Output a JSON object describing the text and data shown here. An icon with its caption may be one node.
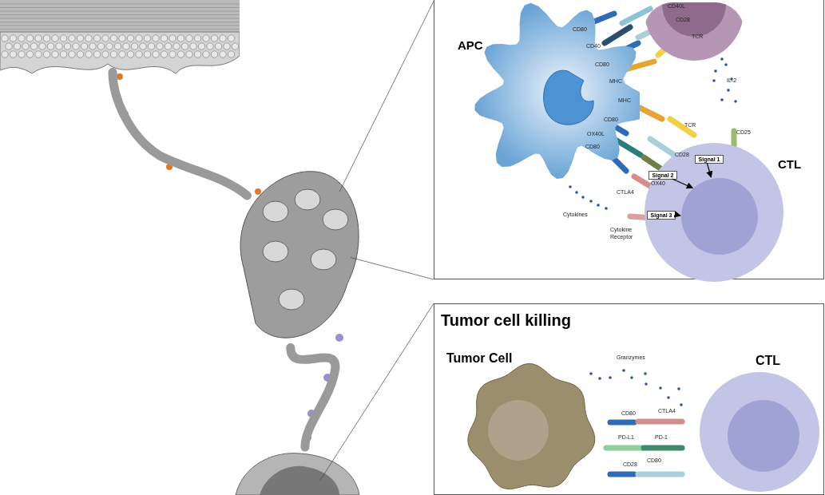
{
  "diagram": {
    "nodes": [
      {
        "text": [],
        "shape": "box"
      },
      {
        "text": [
          "APC"
        ],
        "in": 0
      },
      {
        "text": [],
        "shape": "circle",
        "in": 0
      },
      {
        "text": [
          "CTL"
        ],
        "in": 0
      },
      {
        "text": [
          "Signal 1"
        ],
        "in": 3
      },
      {
        "text": [
          "Signal 2"
        ],
        "in": 3
      },
      {
        "text": [
          "Signal 3"
        ],
        "in": 3
      },
      {
        "text": [],
        "shape": "picture"
      },
      {
        "text": [],
        "shape": "picture"
      },
      {
        "text": [],
        "shape": "picture"
      },
      {
        "text": [
          "Tumor cell killing"
        ]
      },
      {
        "text": [
          "Tumor Cell"
        ],
        "in": 10
      },
      {
        "text": [
          "CTL"
        ],
        "in": 10
      },
      {
        "text": [],
        "shape": "circle",
        "in": 3
      }
    ],
    "edges": [
      {
        "from": 4,
        "to": 13,
        "arrow": "to"
      },
      {
        "from": 5,
        "to": 13,
        "arrow": "to"
      },
      {
        "from": 6,
        "to": 13,
        "arrow": "to"
      },
      {
        "from": 8,
        "to": 0,
        "arrow": "none"
      },
      {
        "from": 8,
        "to": 0,
        "arrow": "none"
      },
      {
        "from": 9,
        "to": 10,
        "arrow": "none"
      },
      {
        "from": 7,
        "to": 8,
        "arrow": "none",
        "style": "thick",
        "color": "#9a9a9a"
      },
      {
        "from": 8,
        "to": 9,
        "arrow": "none",
        "style": "thick",
        "color": "#9a9a9a"
      }
    ],
    "labels": [
      "CD40L",
      "CD80",
      "CD28",
      "CD40",
      "TCR",
      "CD80",
      "MHC",
      "IL-2",
      "MHC",
      "CD80",
      "TCR",
      "CD25",
      "OX40L",
      "CD80",
      "CD28",
      "OX40",
      "CTLA4",
      "Cytokines",
      "Cytokine Receptor",
      "Granzymes",
      "CD80",
      "CTLA4",
      "PD-L1",
      "PD-1",
      "CD28",
      "CD80"
    ]
  }
}
